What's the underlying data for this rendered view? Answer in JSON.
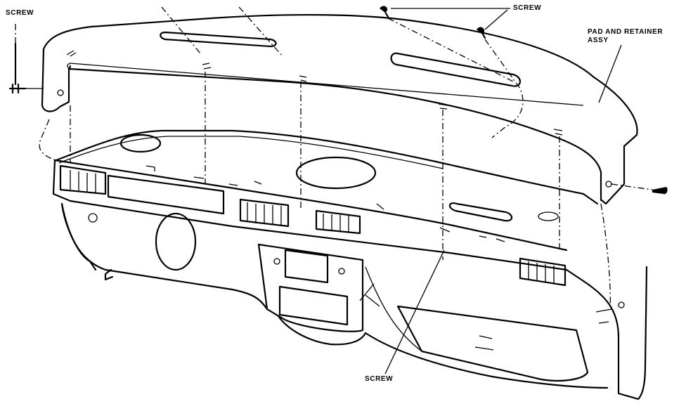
{
  "diagram": {
    "labels": {
      "screw_top_left": "SCREW",
      "screw_top_right": "SCREW",
      "pad_and_retainer_line1": "PAD AND RETAINER",
      "pad_and_retainer_line2": "ASSY",
      "screw_bottom": "SCREW"
    }
  }
}
